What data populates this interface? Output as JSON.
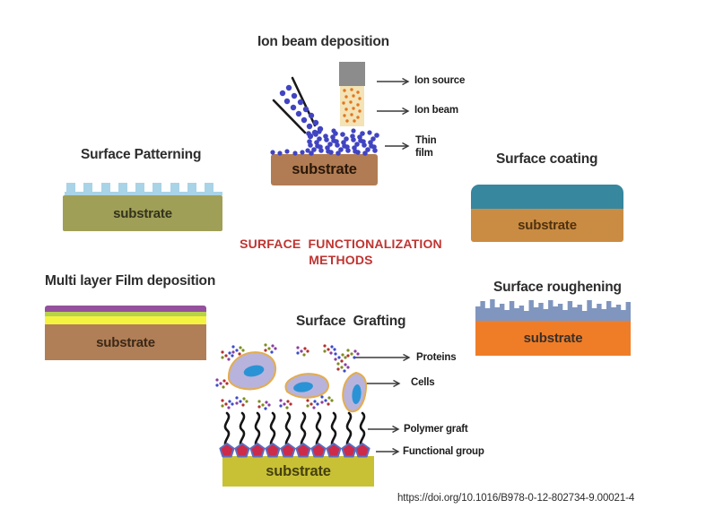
{
  "page": {
    "center_heading": {
      "line1": "SURFACE FUNCTIONALIZATION",
      "line2": "METHODS",
      "color": "#bf3431"
    },
    "doi": "https://doi.org/10.1016/B978-0-12-802734-9.00021-4"
  },
  "sections": {
    "ion_beam_deposition": {
      "title": "Ion beam deposition",
      "substrate_label": "substrate",
      "annotations": {
        "ion_source": "Ion source",
        "ion_beam": "Ion beam",
        "thin_film_line1": "Thin",
        "thin_film_line2": "film"
      },
      "colors": {
        "ion_source_box": "#8c8c8c",
        "ion_beam_box": "#f3e3b6",
        "ion_dots": "#e2771f",
        "film_dots": "#4144c1",
        "funnel_lines": "#1a1a1a",
        "substrate": "#b17c53",
        "substrate_text": "#2a1708"
      }
    },
    "surface_patterning": {
      "title": "Surface Patterning",
      "substrate_label": "substrate",
      "colors": {
        "pattern": "#a9d3e6",
        "substrate": "#9f9f58",
        "substrate_text": "#33331c"
      }
    },
    "surface_coating": {
      "title": "Surface coating",
      "substrate_label": "substrate",
      "colors": {
        "coating": "#37879e",
        "substrate": "#ca8c42",
        "substrate_text": "#4f3110"
      }
    },
    "multilayer_film_deposition": {
      "title": "Multi layer Film deposition",
      "substrate_label": "substrate",
      "colors": {
        "layer_top": "#94519c",
        "layer_middle": "#b7d14a",
        "layer_bottom": "#f4f440",
        "substrate": "#b07f57",
        "substrate_text": "#3c2817"
      }
    },
    "surface_roughening": {
      "title": "Surface roughening",
      "substrate_label": "substrate",
      "colors": {
        "rough_layer": "#8096bf",
        "substrate": "#ef7d28",
        "substrate_text": "#3a3028"
      }
    },
    "surface_grafting": {
      "title": "Surface Grafting",
      "substrate_label": "substrate",
      "annotations": {
        "proteins": "Proteins",
        "cells": "Cells",
        "polymer_graft": "Polymer graft",
        "functional_group": "Functional group"
      },
      "colors": {
        "cell_body": "#b8b3dc",
        "cell_outline": "#e3ad4e",
        "nucleus": "#2a93d5",
        "polymer": "#141414",
        "functional_group_fill": "#cc2b4a",
        "functional_group_stroke": "#5a6ec0",
        "protein_dot_colors": [
          "#b03030",
          "#3b4bc8",
          "#7d8c1e",
          "#8a3f9e"
        ],
        "substrate": "#c8c135",
        "substrate_text": "#45400d"
      }
    }
  }
}
